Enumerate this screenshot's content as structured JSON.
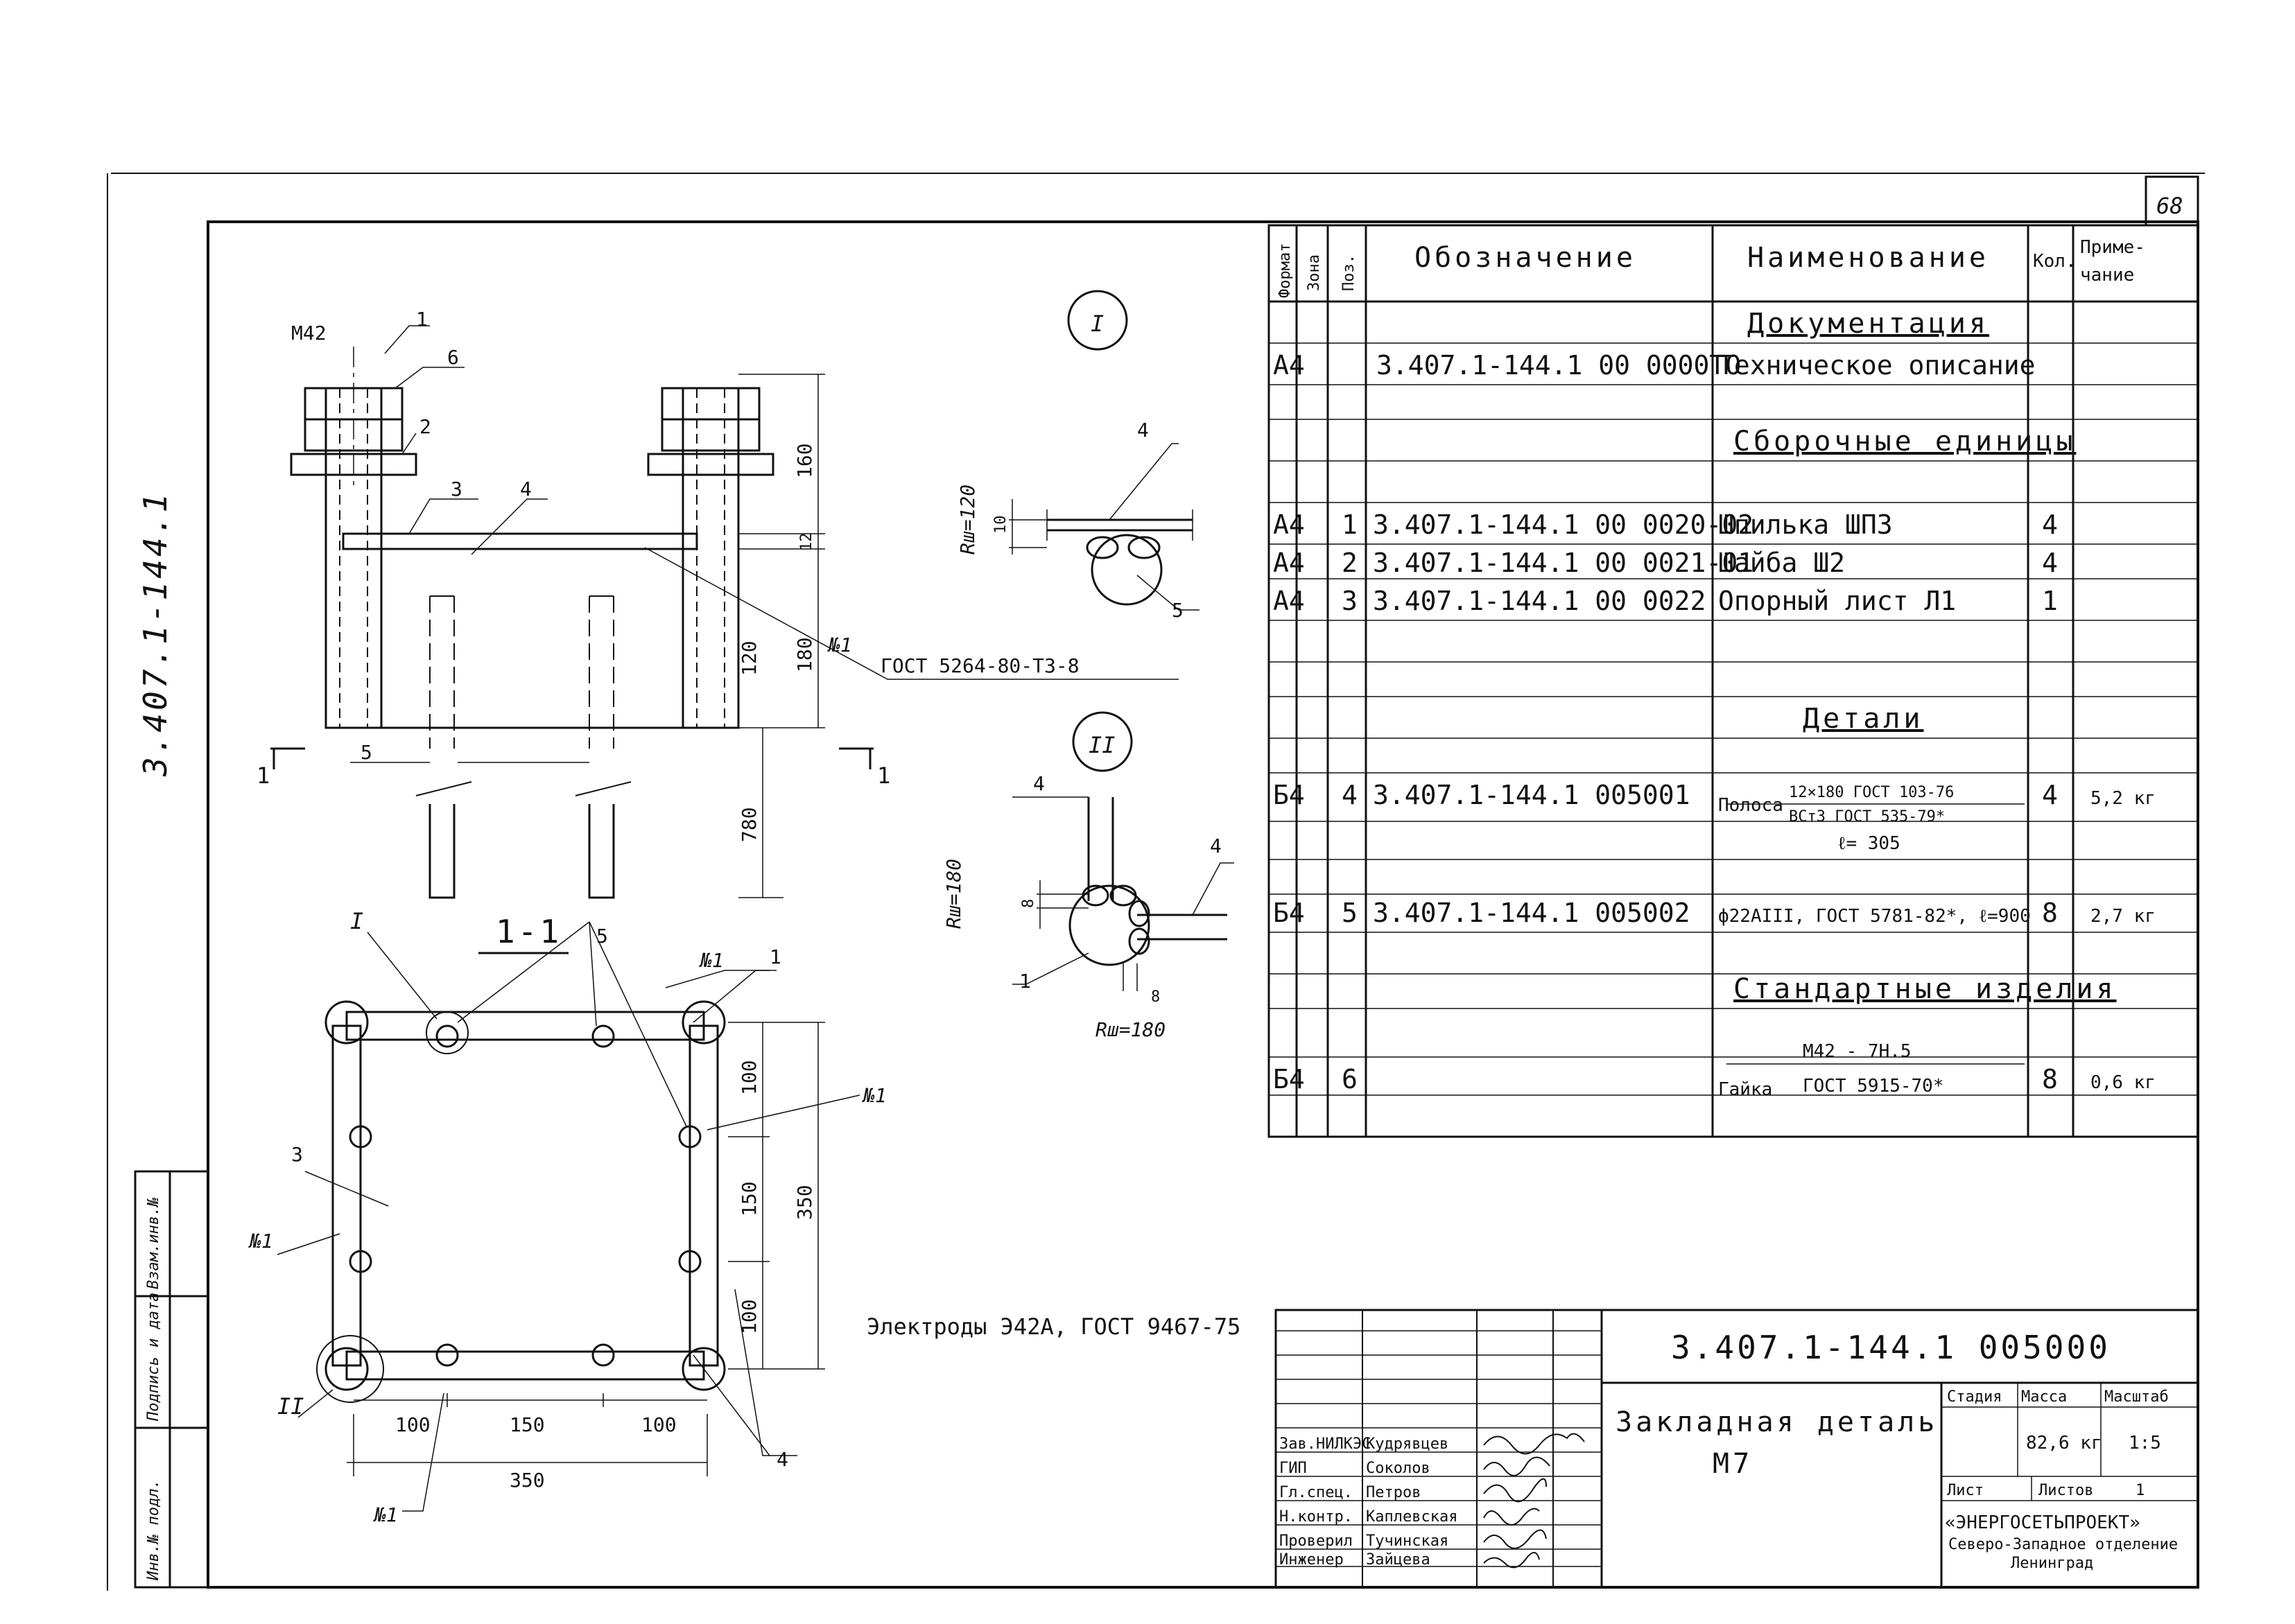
{
  "sheet": {
    "page_number": "68",
    "side_code": "3.407.1-144.1",
    "binding": [
      "Инв.№ подл.",
      "Подпись и дата",
      "Взам.инв.№"
    ]
  },
  "drawing": {
    "callout_1": "I",
    "callout_2": "II",
    "thread_label": "M42",
    "weld_label": "ГОСТ 5264-80-Т3-8",
    "weld_mark": "№1",
    "section_title": "1-1",
    "section_mark": "1",
    "radius_1": "Rш=120",
    "radius_2": "Rш=180",
    "radius_3": "Rш=180",
    "electrodes_note": "Электроды Э42А, ГОСТ 9467-75",
    "pos_labels": [
      "1",
      "2",
      "3",
      "4",
      "5",
      "6"
    ],
    "dims": {
      "d160": "160",
      "d12": "12",
      "d120": "120",
      "d180": "180",
      "d780": "780",
      "d100": "100",
      "d150": "150",
      "d350": "350",
      "d10": "10",
      "d8": "8"
    }
  },
  "spec_table": {
    "headers": {
      "format": "Формат",
      "zone": "Зона",
      "pos": "Поз.",
      "designation": "Обозначение",
      "name": "Наименование",
      "qty": "Кол.",
      "note_1": "Приме-",
      "note_2": "чание"
    },
    "sections": {
      "docs": "Документация",
      "assemblies": "Сборочные единицы",
      "details": "Детали",
      "standard": "Стандартные изделия"
    },
    "rows": {
      "to": {
        "format": "А4",
        "designation": "3.407.1-144.1 00 0000ТО",
        "name": "Техническое описание"
      },
      "r1": {
        "format": "А4",
        "pos": "1",
        "designation": "3.407.1-144.1 00 0020-02",
        "name": "Шпилька     ШП3",
        "qty": "4"
      },
      "r2": {
        "format": "А4",
        "pos": "2",
        "designation": "3.407.1-144.1 00 0021-01",
        "name": "Шайба       Ш2",
        "qty": "4"
      },
      "r3": {
        "format": "А4",
        "pos": "3",
        "designation": "3.407.1-144.1 00 0022",
        "name": "Опорный лист Л1",
        "qty": "1"
      },
      "r4": {
        "format": "Б4",
        "pos": "4",
        "designation": "3.407.1-144.1 005001",
        "name": "Полоса",
        "frac_top": "12×180  ГОСТ 103-76",
        "frac_bot": "ВСт3   ГОСТ 535-79*",
        "length": "ℓ= 305",
        "qty": "4",
        "note": "5,2 кг"
      },
      "r5": {
        "format": "Б4",
        "pos": "5",
        "designation": "3.407.1-144.1 005002",
        "name": "ф22АIII, ГОСТ 5781-82*, ℓ=900",
        "qty": "8",
        "note": "2,7 кг"
      },
      "r6": {
        "format": "Б4",
        "pos": "6",
        "name": "Гайка",
        "frac_top": "М42 - 7Н.5",
        "frac_bot": "ГОСТ 5915-70*",
        "qty": "8",
        "note": "0,6 кг"
      }
    }
  },
  "title_block": {
    "code": "3.407.1-144.1 005000",
    "name_1": "Закладная   деталь",
    "name_2": "М7",
    "stage_label": "Стадия",
    "mass_label": "Масса",
    "scale_label": "Масштаб",
    "mass": "82,6 кг",
    "scale": "1:5",
    "sheet_label": "Лист",
    "sheets_label": "Листов",
    "sheets": "1",
    "org_1": "«ЭНЕРГОСЕТЬПРОЕКТ»",
    "org_2": "Северо-Западное отделение",
    "org_3": "Ленинград",
    "people": [
      {
        "role": "Зав.НИЛКЭС",
        "name": "Кудрявцев"
      },
      {
        "role": "ГИП",
        "name": "Соколов"
      },
      {
        "role": "Гл.спец.",
        "name": "Петров"
      },
      {
        "role": "Н.контр.",
        "name": "Каплевская"
      },
      {
        "role": "Проверил",
        "name": "Тучинская"
      },
      {
        "role": "Инженер",
        "name": "Зайцева"
      }
    ]
  }
}
